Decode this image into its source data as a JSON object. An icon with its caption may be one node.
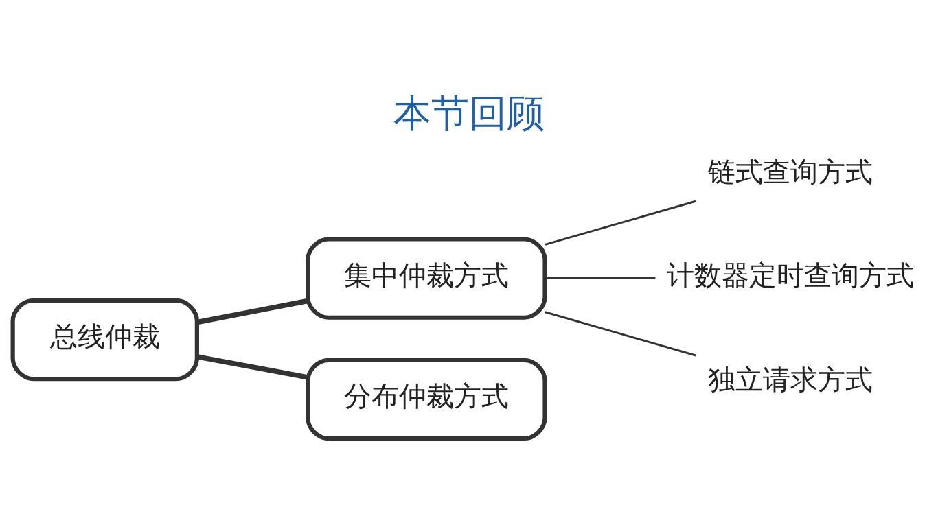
{
  "diagram": {
    "title": "本节回顾",
    "nodes": [
      {
        "text": [
          "总线仲裁"
        ]
      },
      {
        "text": [
          "集中仲裁方式"
        ]
      },
      {
        "text": [
          "分布仲裁方式"
        ]
      },
      {
        "text": [
          "链式查询方式"
        ]
      },
      {
        "text": [
          "计数器定时查询方式"
        ]
      },
      {
        "text": [
          "独立请求方式"
        ]
      }
    ],
    "edges": [
      {
        "from": 0,
        "to": 1,
        "arrow": "none",
        "style": "thick"
      },
      {
        "from": 0,
        "to": 2,
        "arrow": "none",
        "style": "thick"
      },
      {
        "from": 1,
        "to": 3,
        "arrow": "none"
      },
      {
        "from": 1,
        "to": 4,
        "arrow": "none"
      },
      {
        "from": 1,
        "to": 5,
        "arrow": "none"
      }
    ]
  }
}
